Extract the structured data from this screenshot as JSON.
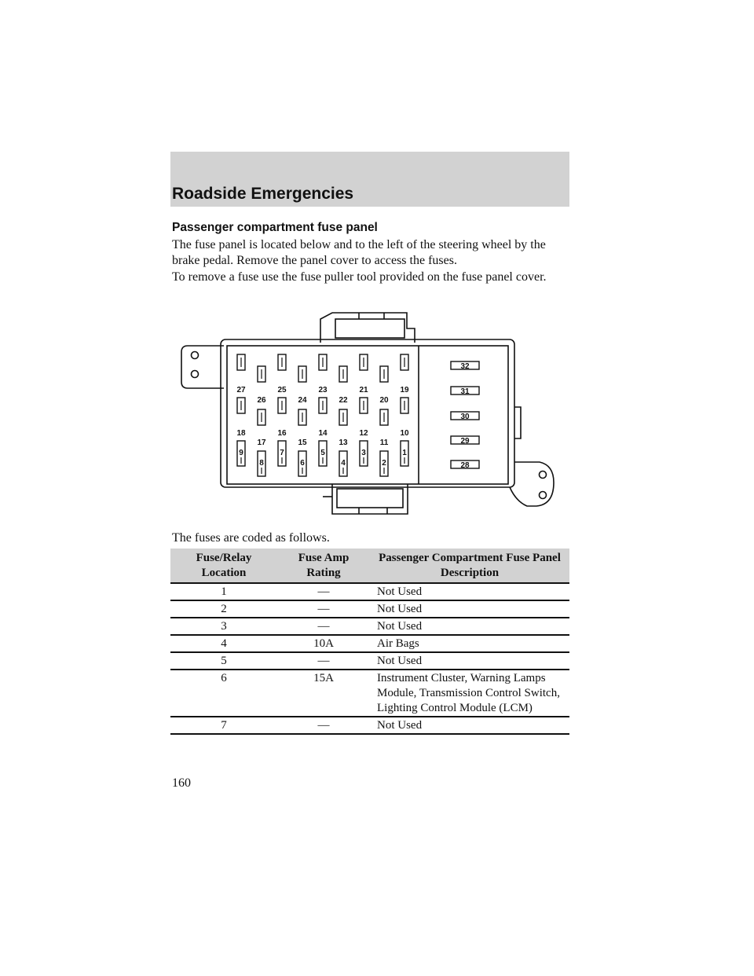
{
  "header": {
    "section_title": "Roadside Emergencies"
  },
  "content": {
    "heading": "Passenger compartment fuse panel",
    "paragraph1": "The fuse panel is located below and to the left of the steering wheel by the brake pedal. Remove the panel cover to access the fuses.",
    "paragraph2": "To remove a fuse use the fuse puller tool provided on the fuse panel cover.",
    "paragraph3": "The fuses are coded as follows."
  },
  "diagram": {
    "row_top_high": [
      "27",
      "25",
      "23",
      "21",
      "19"
    ],
    "row_top_low": [
      "26",
      "24",
      "22",
      "20"
    ],
    "row_mid_high": [
      "18",
      "16",
      "14",
      "12",
      "10"
    ],
    "row_mid_low": [
      "17",
      "15",
      "13",
      "11"
    ],
    "row_bottom_high": [
      "9",
      "7",
      "5",
      "3",
      "1"
    ],
    "row_bottom_low": [
      "8",
      "6",
      "4",
      "2"
    ],
    "relays": [
      "32",
      "31",
      "30",
      "29",
      "28"
    ]
  },
  "table": {
    "headers": [
      "Fuse/Relay Location",
      "Fuse Amp Rating",
      "Passenger Compartment Fuse Panel Description"
    ],
    "rows": [
      [
        "1",
        "—",
        "Not Used"
      ],
      [
        "2",
        "—",
        "Not Used"
      ],
      [
        "3",
        "—",
        "Not Used"
      ],
      [
        "4",
        "10A",
        "Air Bags"
      ],
      [
        "5",
        "—",
        "Not Used"
      ],
      [
        "6",
        "15A",
        "Instrument Cluster, Warning Lamps Module, Transmission Control Switch, Lighting Control Module (LCM)"
      ],
      [
        "7",
        "—",
        "Not Used"
      ]
    ]
  },
  "footer": {
    "page_number": "160"
  }
}
